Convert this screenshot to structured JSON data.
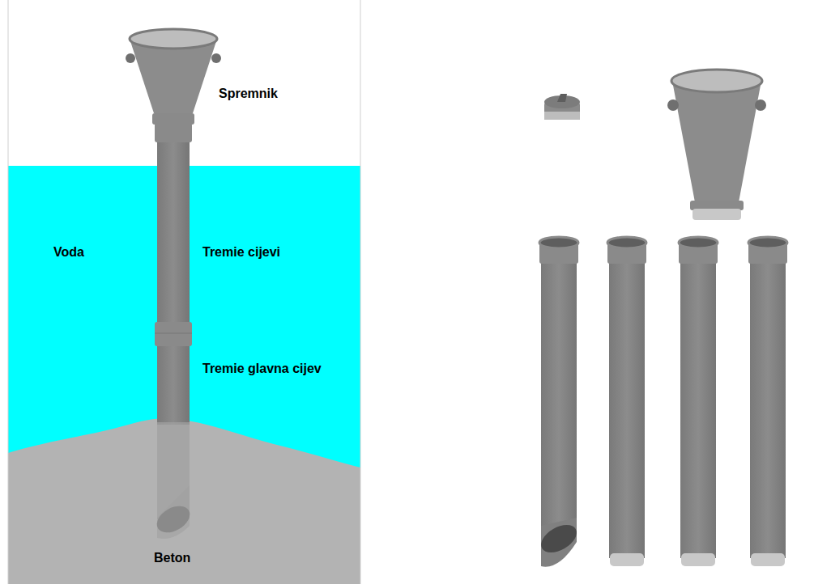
{
  "diagram": {
    "labels": [
      "Spremnik",
      "Voda",
      "Tremie cijevi",
      "Tremie glavna cijev",
      "Beton"
    ]
  }
}
